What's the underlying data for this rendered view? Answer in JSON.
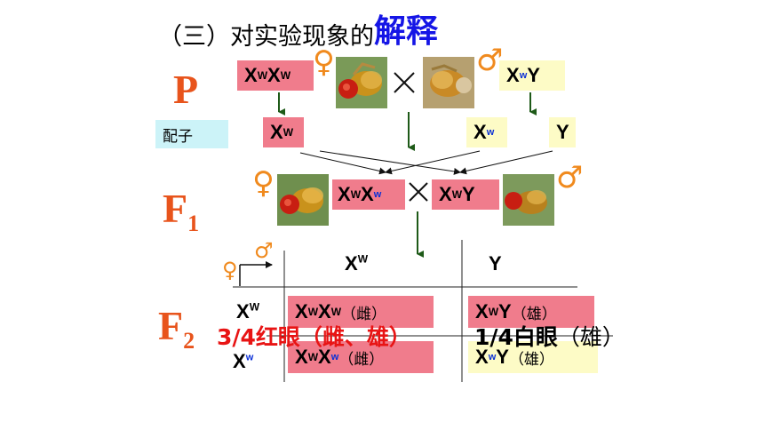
{
  "title": {
    "prefix": "（三）对实验现象的",
    "emphasis": "解释"
  },
  "generations": {
    "p": "P",
    "f1_main": "F",
    "f1_sub": "1",
    "f2_main": "F",
    "f2_sub": "2"
  },
  "gamete_label": "配子",
  "allele": {
    "X": "X",
    "W": "W",
    "w": "w",
    "Y": "Y"
  },
  "symbols": {
    "female": "♀",
    "male": "♂"
  },
  "table_suffix": {
    "female": "（雌）",
    "male": "（雄）"
  },
  "results": {
    "red": "3/4红眼（雌、雄）",
    "white_bold": "1/4白眼",
    "white_rest": "（雄）"
  },
  "colors": {
    "pink": "#f07c8c",
    "yellow": "#fdfbc6",
    "cyan": "#ccf3f8",
    "orange": "#e8541c",
    "blue": "#1515e6",
    "red_text": "#e81414",
    "arrow_green": "#1e5a18"
  },
  "icons": [
    "female-symbol-icon",
    "male-symbol-icon",
    "cross-icon",
    "down-arrow-icon",
    "fruit-fly-photo",
    "cross-table-axes-icon"
  ]
}
